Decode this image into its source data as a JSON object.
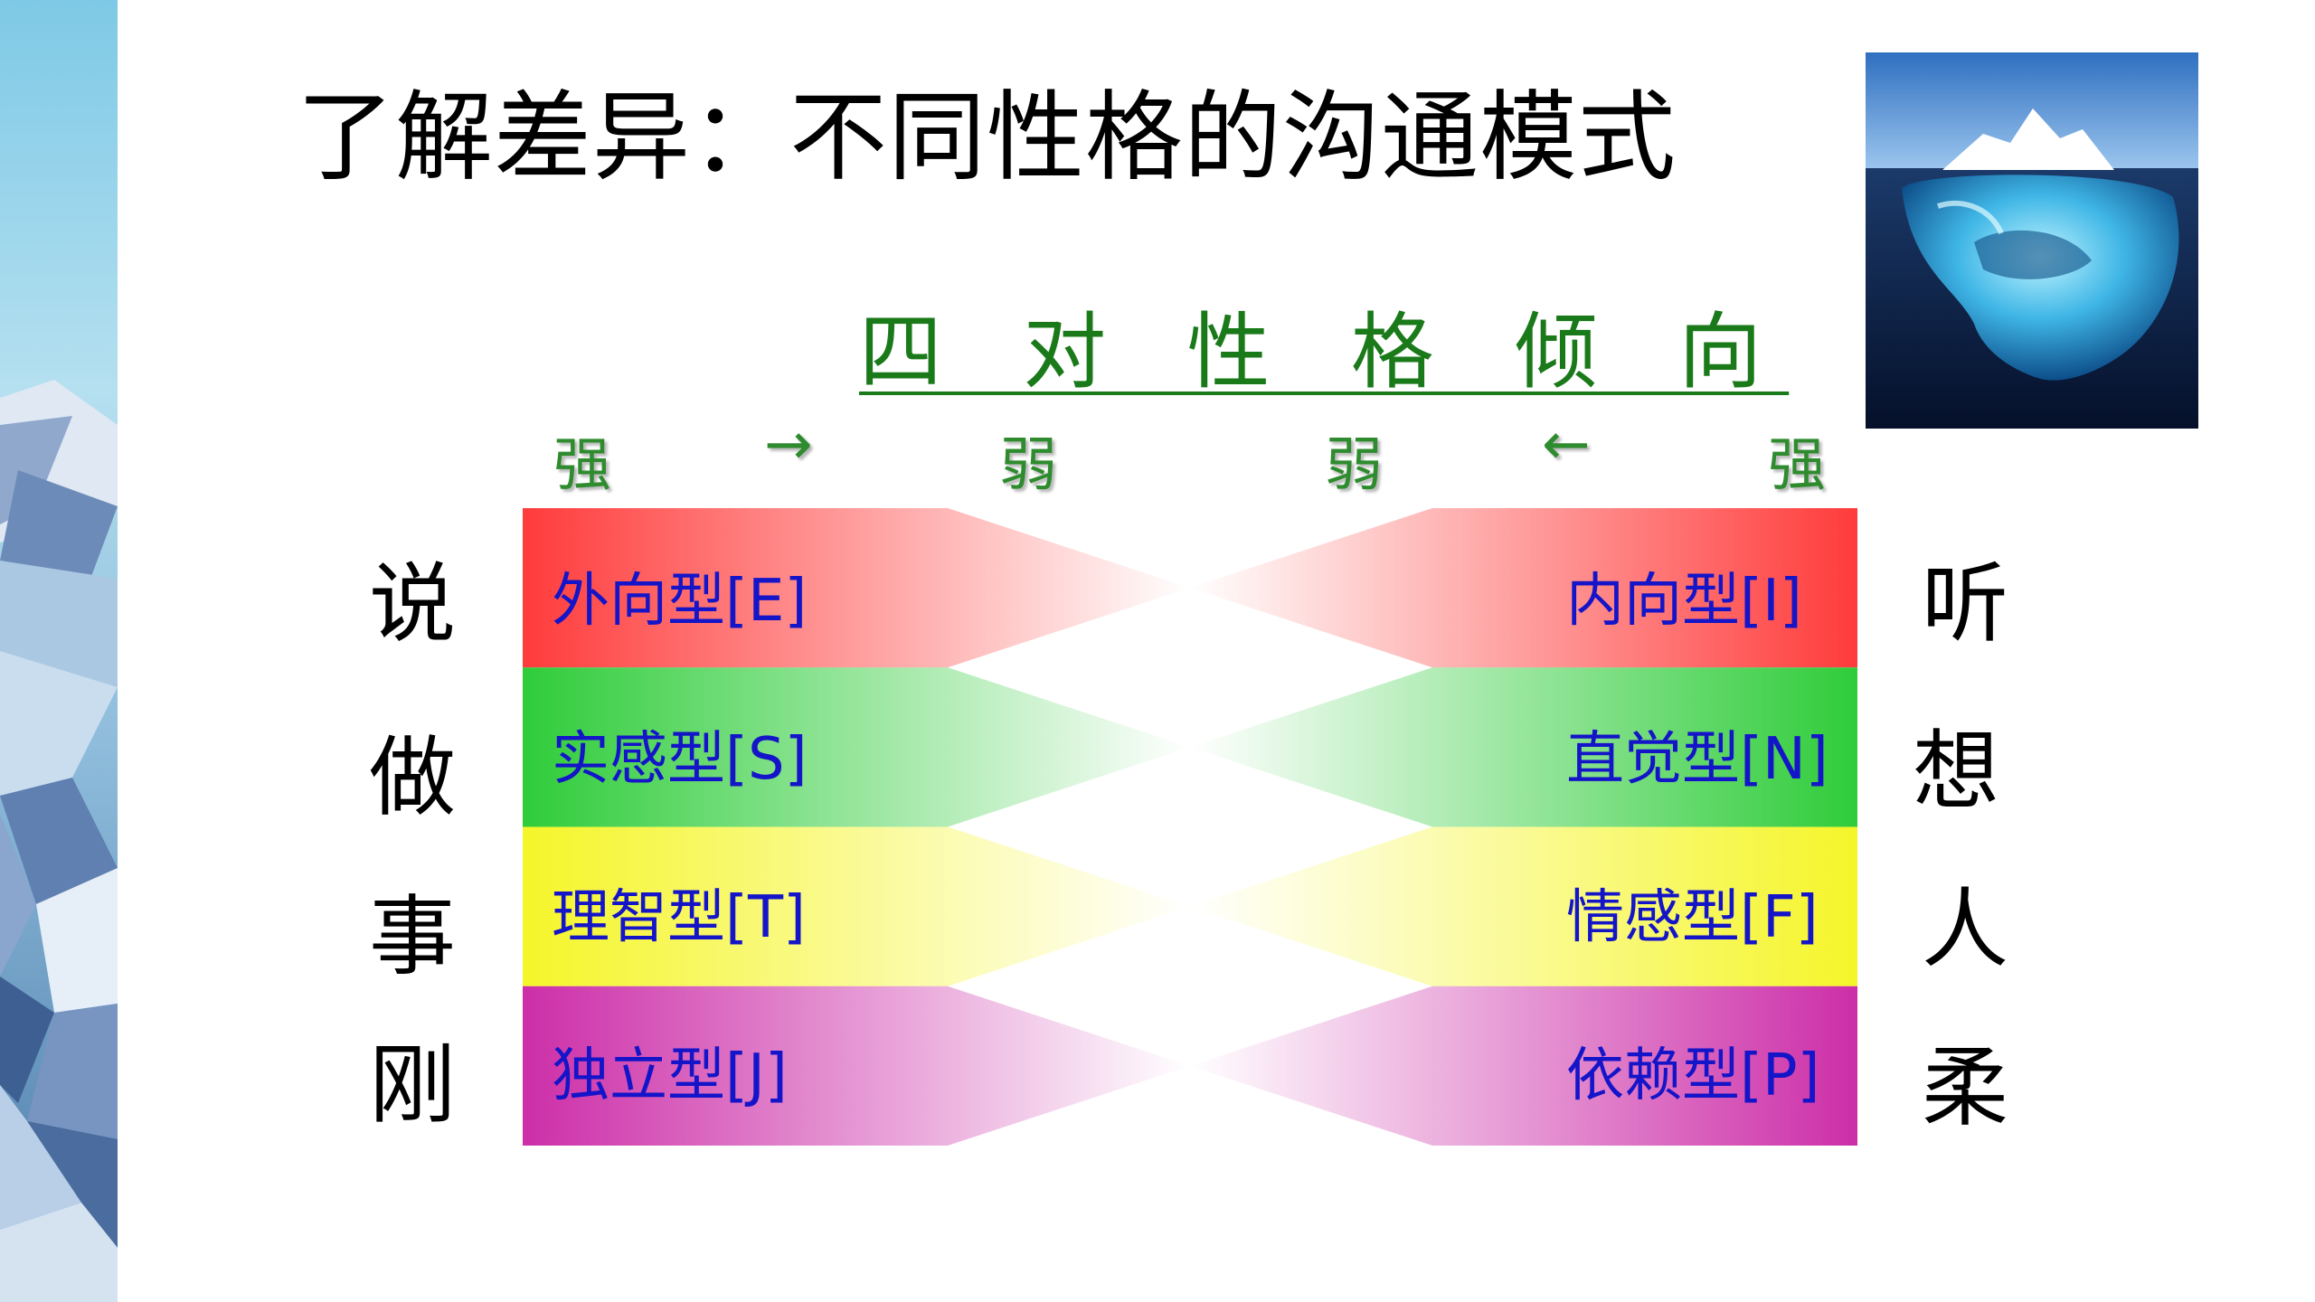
{
  "title": "了解差异：不同性格的沟通模式",
  "subtitle": "四 对 性 格 倾 向",
  "scale": {
    "left_strong": "强",
    "left_arrow": "→",
    "left_weak": "弱",
    "right_weak": "弱",
    "right_arrow": "←",
    "right_strong": "强"
  },
  "rows": [
    {
      "left_word": "说",
      "left_type": "外向型[E]",
      "right_type": "内向型[I]",
      "right_word": "听",
      "color": "#ff3b3b"
    },
    {
      "left_word": "做",
      "left_type": "实感型[S]",
      "right_type": "直觉型[N]",
      "right_word": "想",
      "color": "#2fcc3a"
    },
    {
      "left_word": "事",
      "left_type": "理智型[T]",
      "right_type": "情感型[F]",
      "right_word": "人",
      "color": "#f5f52a"
    },
    {
      "left_word": "刚",
      "left_type": "独立型[J]",
      "right_type": "依赖型[P]",
      "right_word": "柔",
      "color": "#cc2ea8"
    }
  ],
  "images": {
    "left_strip": "polygon-mountain-strip",
    "iceberg": "iceberg-photo"
  }
}
